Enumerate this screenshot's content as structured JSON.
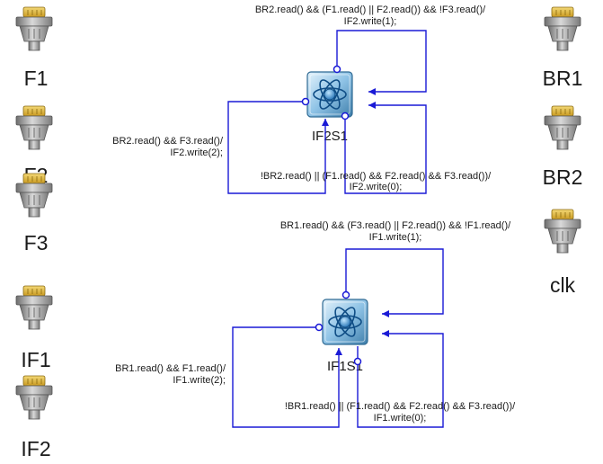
{
  "ports": {
    "f1": "F1",
    "f2": "F2",
    "f3": "F3",
    "if1": "IF1",
    "if2": "IF2",
    "br1": "BR1",
    "br2": "BR2",
    "clk": "clk"
  },
  "states": {
    "if2s1": "IF2S1",
    "if1s1": "IF1S1"
  },
  "transitions": {
    "if2s1_a": [
      "BR2.read() && (F1.read() || F2.read()) && !F3.read()/",
      "IF2.write(1);"
    ],
    "if2s1_b": [
      "BR2.read() && F3.read()/",
      "IF2.write(2);"
    ],
    "if2s1_c": [
      "!BR2.read() || (F1.read() && F2.read() && F3.read())/",
      "IF2.write(0);"
    ],
    "if1s1_a": [
      "BR1.read() && (F3.read() || F2.read()) && !F1.read()/",
      "IF1.write(1);"
    ],
    "if1s1_b": [
      "BR1.read() && F1.read()/",
      "IF1.write(2);"
    ],
    "if1s1_c": [
      "!BR1.read() || (F1.read() && F2.read() && F3.read())/",
      "IF1.write(0);"
    ]
  },
  "colors": {
    "edge": "#1a1ad6",
    "port_body": "#9a9a9a",
    "port_pins": "#e2bd4a",
    "state_fill": "#8fc3e6"
  },
  "icons": {
    "port": "connector-port-icon",
    "state": "atom-state-icon"
  }
}
